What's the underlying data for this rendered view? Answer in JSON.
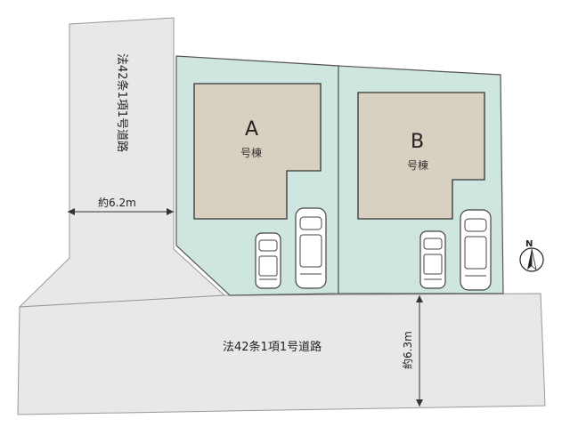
{
  "roads": {
    "west_road_label": "法42条1項1号道路",
    "south_road_label": "法42条1項1号道路"
  },
  "dimensions": {
    "west_width": "約6.2m",
    "south_width": "約6.3m"
  },
  "lots": [
    {
      "letter": "A",
      "building_label": "号棟"
    },
    {
      "letter": "B",
      "building_label": "号棟"
    }
  ],
  "compass": {
    "label": "N"
  },
  "colors": {
    "road": "#e8e8e8",
    "lot": "#cfe5df",
    "building": "#d8d0c0",
    "outline": "#555555"
  }
}
